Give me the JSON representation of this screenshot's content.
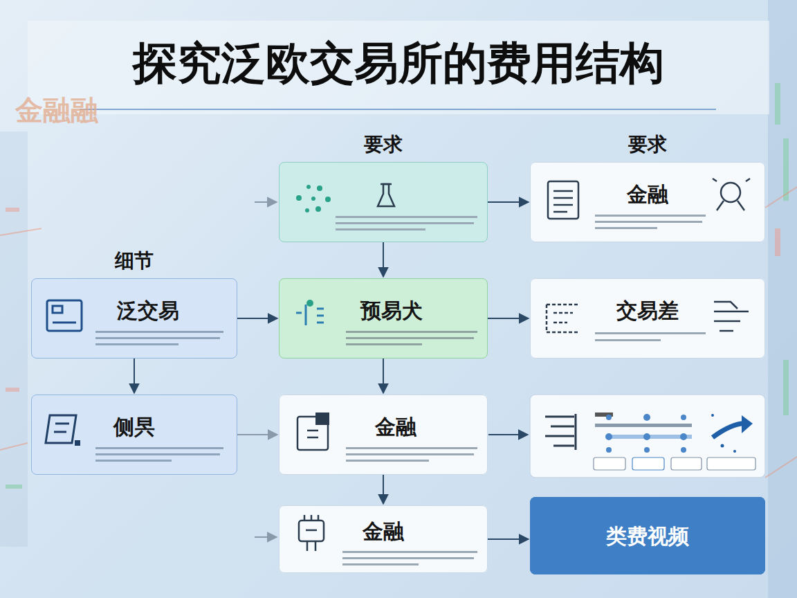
{
  "diagram": {
    "title": "探究泛欧交易所的费用结构",
    "nodes": [
      {
        "text": [
          "要求"
        ]
      },
      {
        "text": [
          "要求",
          "金融"
        ]
      },
      {
        "text": [
          "细节",
          "泛交易"
        ]
      },
      {
        "text": [
          "预易犬"
        ]
      },
      {
        "text": [
          "交易差"
        ]
      },
      {
        "text": [
          "侧昗"
        ]
      },
      {
        "text": [
          "金融"
        ]
      },
      {
        "text": [
          "金融"
        ]
      },
      {
        "text": [
          "类费视频"
        ]
      }
    ],
    "edges": [
      {
        "from": 0,
        "to": 1,
        "arrow": "to"
      },
      {
        "from": 0,
        "to": 3,
        "arrow": "to"
      },
      {
        "from": 2,
        "to": 3,
        "arrow": "to"
      },
      {
        "from": 3,
        "to": 4,
        "arrow": "to"
      },
      {
        "from": 2,
        "to": 5,
        "arrow": "to"
      },
      {
        "from": 3,
        "to": 6,
        "arrow": "to"
      },
      {
        "from": 5,
        "to": 6,
        "arrow": "to"
      },
      {
        "from": 6,
        "to": 7,
        "arrow": "to"
      },
      {
        "from": 7,
        "to": 8,
        "arrow": "to"
      }
    ],
    "labels": [
      "金融融"
    ]
  }
}
